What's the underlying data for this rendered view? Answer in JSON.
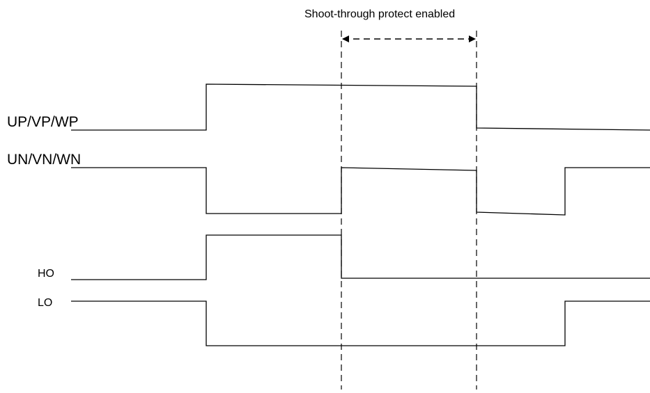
{
  "diagram": {
    "title": "Shoot-through protect enabled",
    "colors": {
      "line": "#000000",
      "background": "#ffffff"
    },
    "signals": [
      {
        "id": "up",
        "label": "UP/VP/WP"
      },
      {
        "id": "un",
        "label": "UN/VN/WN"
      },
      {
        "id": "ho",
        "label": "HO"
      },
      {
        "id": "lo",
        "label": "LO"
      }
    ]
  }
}
